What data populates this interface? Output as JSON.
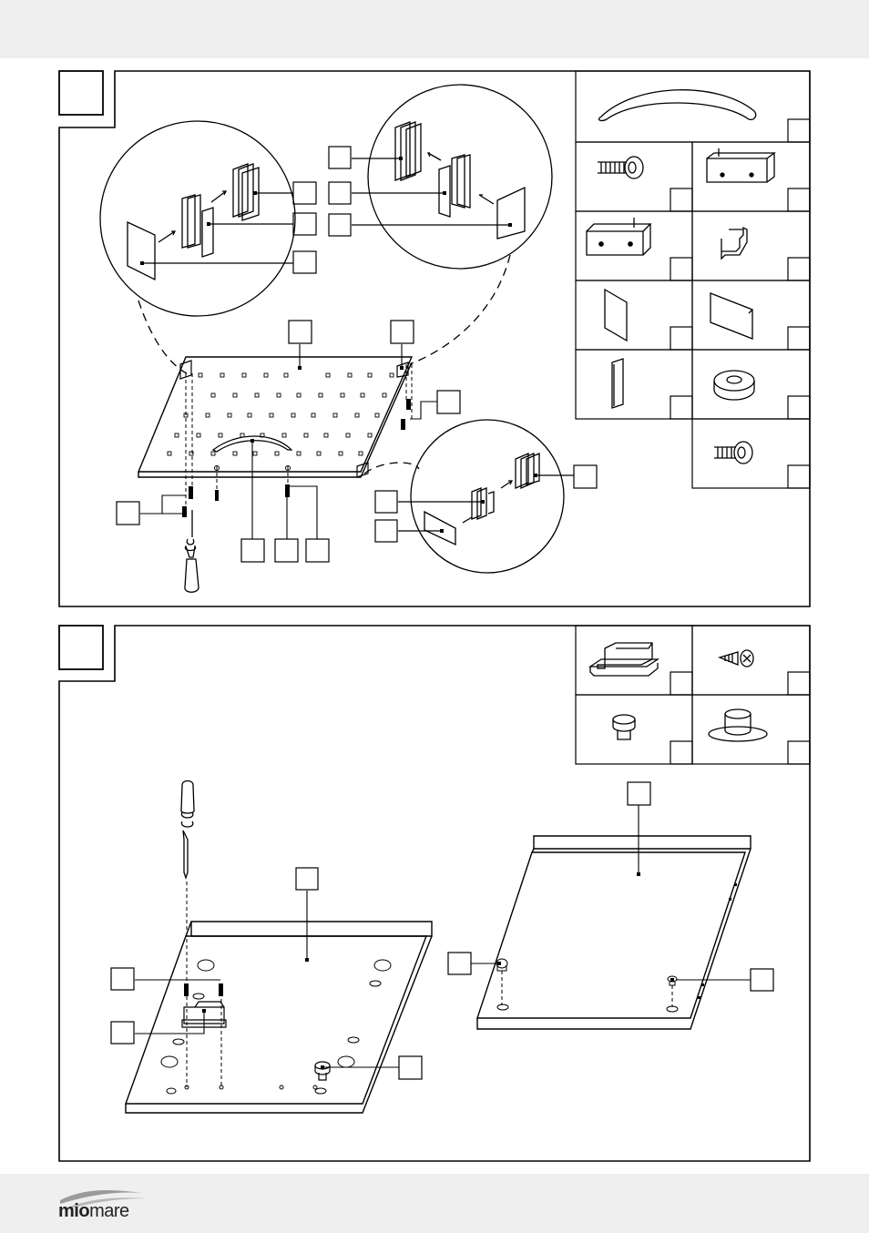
{
  "brand": {
    "logo_bold": "mio",
    "logo_light": "mare"
  },
  "colors": {
    "header_bg": "#efefef",
    "ink": "#000000",
    "paper": "#ffffff",
    "logo_swoosh": "#9a9a9a"
  },
  "panels": {
    "step_a": {
      "step_label": "",
      "parts_legend": [
        "handle",
        "connector-bolt",
        "hinge-plate",
        "hinge-block",
        "bracket",
        "door-pad",
        "rubber-strip",
        "stop-strip",
        "washer",
        "screw-bolt"
      ]
    },
    "step_b": {
      "step_label": "",
      "parts_legend": [
        "magnetic-catch",
        "screw",
        "knob",
        "foot"
      ]
    }
  }
}
